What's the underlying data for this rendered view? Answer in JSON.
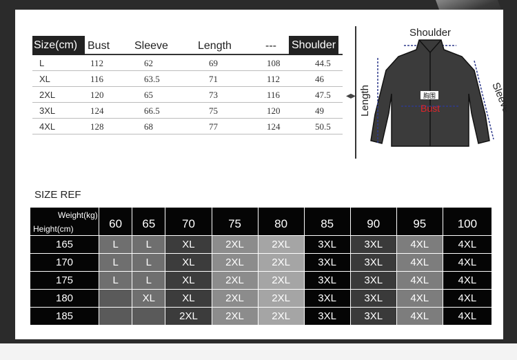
{
  "size_table": {
    "headers": [
      "Size(cm)",
      "Bust",
      "Sleeve",
      "Length",
      "---",
      "Shoulder"
    ],
    "rows": [
      [
        "L",
        "112",
        "62",
        "69",
        "108",
        "44.5"
      ],
      [
        "XL",
        "116",
        "63.5",
        "71",
        "112",
        "46"
      ],
      [
        "2XL",
        "120",
        "65",
        "73",
        "116",
        "47.5"
      ],
      [
        "3XL",
        "124",
        "66.5",
        "75",
        "120",
        "49"
      ],
      [
        "4XL",
        "128",
        "68",
        "77",
        "124",
        "50.5"
      ]
    ]
  },
  "diagram": {
    "shoulder": "Shoulder",
    "sleeve": "Sleeve",
    "length": "Length",
    "bust": "Bust",
    "bust_cn": "胸围"
  },
  "size_ref": {
    "title": "SIZE REF",
    "weight_label": "Weight(kg)",
    "height_label": "Height(cm)",
    "weights": [
      "60",
      "65",
      "70",
      "75",
      "80",
      "85",
      "90",
      "95",
      "100"
    ],
    "rows": [
      {
        "height": "165",
        "cells": [
          "L",
          "L",
          "XL",
          "2XL",
          "2XL",
          "3XL",
          "3XL",
          "4XL",
          "4XL"
        ]
      },
      {
        "height": "170",
        "cells": [
          "L",
          "L",
          "XL",
          "2XL",
          "2XL",
          "3XL",
          "3XL",
          "4XL",
          "4XL"
        ]
      },
      {
        "height": "175",
        "cells": [
          "L",
          "L",
          "XL",
          "2XL",
          "2XL",
          "3XL",
          "3XL",
          "4XL",
          "4XL"
        ]
      },
      {
        "height": "180",
        "cells": [
          "",
          "XL",
          "XL",
          "2XL",
          "2XL",
          "3XL",
          "3XL",
          "4XL",
          "4XL"
        ]
      },
      {
        "height": "185",
        "cells": [
          "",
          "",
          "2XL",
          "2XL",
          "2XL",
          "3XL",
          "3XL",
          "4XL",
          "4XL"
        ]
      }
    ]
  },
  "colors": {
    "L": "#6f6f6f",
    "XL": "#3c3c3c",
    "2XL": "#8c8c8c",
    "3XL": "#050505",
    "4XL": "#050505",
    "empty": "#5a5a5a",
    "col_4xl_95": "#7d7d7d",
    "col_3xl_90": "#3a3a3a",
    "col_2xl_80": "#a5a5a5"
  }
}
